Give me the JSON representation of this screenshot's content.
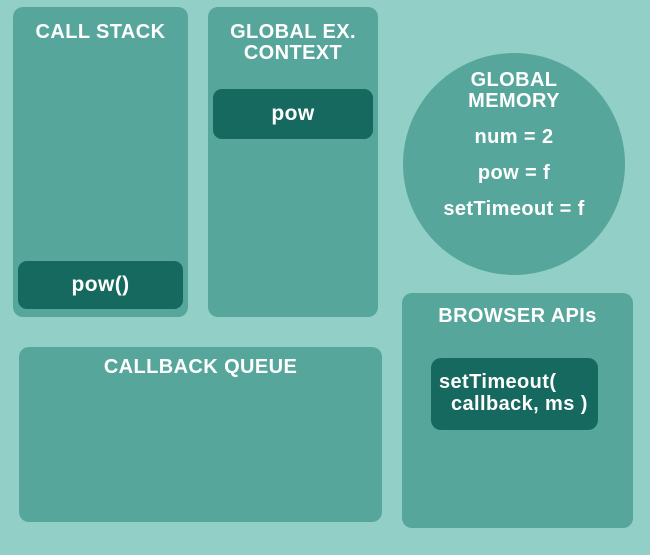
{
  "colors": {
    "background": "#92cfc7",
    "panel": "#57a69b",
    "chip": "#16695f",
    "text": "#ffffff"
  },
  "panels": {
    "call_stack": {
      "title": "CALL STACK",
      "items": [
        {
          "label": "pow()"
        }
      ]
    },
    "global_ex_context": {
      "title_line1": "GLOBAL EX.",
      "title_line2": "CONTEXT",
      "items": [
        {
          "label": "pow"
        }
      ]
    },
    "global_memory": {
      "title_line1": "GLOBAL",
      "title_line2": "MEMORY",
      "entries": [
        "num = 2",
        "pow = f",
        "setTimeout = f"
      ]
    },
    "browser_apis": {
      "title": "BROWSER APIs",
      "items": [
        {
          "label_line1": "setTimeout(",
          "label_line2": "callback, ms )"
        }
      ]
    },
    "callback_queue": {
      "title": "CALLBACK QUEUE"
    }
  }
}
